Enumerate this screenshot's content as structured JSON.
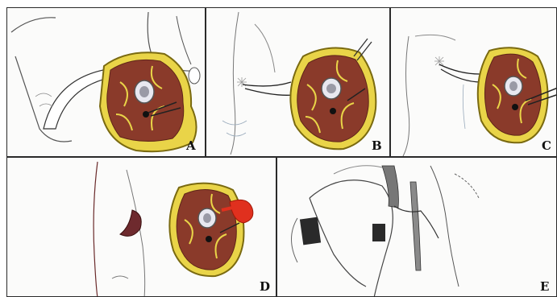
{
  "figure": {
    "panels": [
      {
        "id": "A",
        "label": "A"
      },
      {
        "id": "B",
        "label": "B"
      },
      {
        "id": "C",
        "label": "C"
      },
      {
        "id": "D",
        "label": "D"
      },
      {
        "id": "E",
        "label": "E"
      }
    ]
  },
  "colors": {
    "fat": "#e9d448",
    "fat_edge": "#7a6a10",
    "muscle": "#8a3a2a",
    "muscle_dark": "#5e2418",
    "bone": "#e8e8f0",
    "hematoma": "#e0301e",
    "outline": "#3a3a3a"
  }
}
